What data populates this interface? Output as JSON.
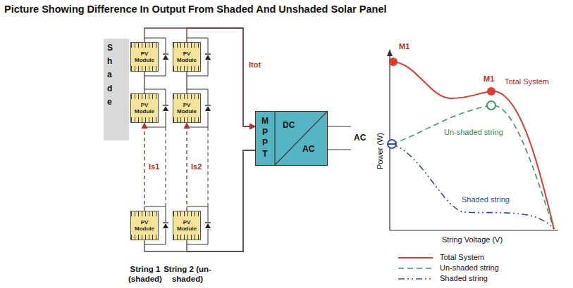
{
  "diagram": {
    "title": "Picture Showing Difference In Output From Shaded And Unshaded Solar Panel",
    "nodes": [
      {
        "text": [
          "Shade"
        ]
      },
      {
        "text": [
          "PV Module"
        ]
      },
      {
        "text": [
          "PV Module"
        ]
      },
      {
        "text": [
          "PV Module"
        ]
      },
      {
        "text": [
          "PV Module"
        ]
      },
      {
        "text": [
          "PV Module"
        ]
      },
      {
        "text": [
          "PV Module"
        ]
      },
      {
        "text": [
          "MPPT",
          "DC",
          "AC"
        ]
      }
    ],
    "edges": [
      {
        "from": 1,
        "to": 2,
        "arrow": "none"
      },
      {
        "from": 3,
        "to": 2,
        "label": "Is1",
        "arrow": "to"
      },
      {
        "from": 4,
        "to": 5,
        "arrow": "none"
      },
      {
        "from": 6,
        "to": 5,
        "label": "Is2",
        "arrow": "to"
      },
      {
        "from": 1,
        "to": 7,
        "arrow": "to"
      },
      {
        "from": 4,
        "to": 7,
        "label": "Itot",
        "arrow": "to"
      },
      {
        "from": 3,
        "to": 7,
        "arrow": "none"
      },
      {
        "from": 6,
        "to": 7,
        "arrow": "none"
      }
    ],
    "labels": [
      "String 1 (shaded)",
      "String 2 (un-shaded)",
      "AC",
      "M1",
      "M1",
      "Total System",
      "Un-shaded string",
      "Shaded string",
      "Power (W)",
      "String Voltage (V)"
    ],
    "legend": [
      {
        "text": "Total System"
      },
      {
        "text": "Un-shaded string"
      },
      {
        "text": "Shaded string"
      }
    ]
  }
}
